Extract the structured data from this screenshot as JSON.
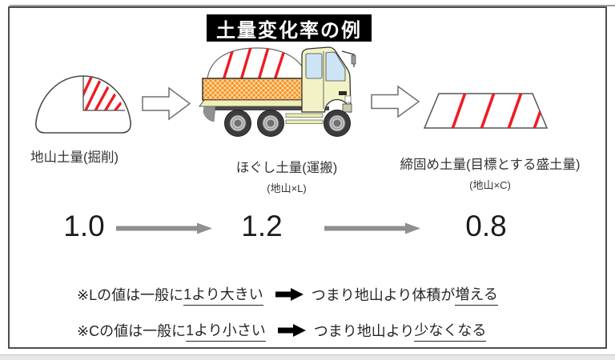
{
  "title": "土量変化率の例",
  "stages": [
    {
      "label": "地山土量(掘削)",
      "ratio": "1.0"
    },
    {
      "label": "ほぐし土量(運搬)",
      "sublabel": "(地山×L)",
      "ratio": "1.2"
    },
    {
      "label": "締固め土量(目標とする盛土量)",
      "sublabel": "(地山×C)",
      "ratio": "0.8"
    }
  ],
  "notes": [
    {
      "prefix": "※Lの値は一般に",
      "underline1": "1より大きい",
      "middle": "つまり地山より体積が",
      "underline2": "増える"
    },
    {
      "prefix": "※Cの値は一般に",
      "underline1": "1より小さい",
      "middle": "つまり地山より",
      "underline2": "少なくなる"
    }
  ],
  "icons": {
    "stage_transition": "right-block-arrow",
    "ratio_flow": "gray-arrow",
    "implies": "black-arrow"
  },
  "colors": {
    "hatch_red": "#ed1c24",
    "flow_arrow_gray": "#8f8f8f",
    "load_orange": "#f6921e",
    "cab_yellow": "#f2f2c6",
    "window_blue": "#cde4f6",
    "title_bg": "#000000",
    "title_text": "#ffffff",
    "border_gray": "#4d4d4d"
  }
}
